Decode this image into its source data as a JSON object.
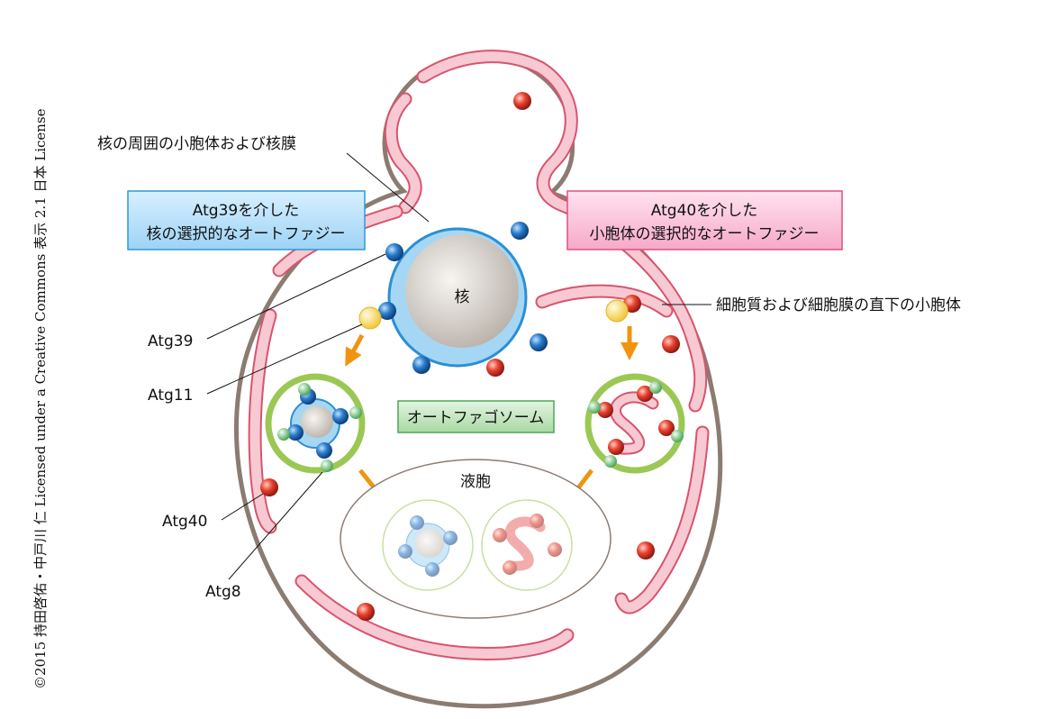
{
  "copyright": "©2015 持田啓佑・中戸川 仁 Licensed under a Creative Commons 表示 2.1 日本 License",
  "labels": {
    "perinuclear": "核の周囲の小胞体および核膜",
    "atg39_box_line1": "Atg39を介した",
    "atg39_box_line2": "核の選択的なオートファジー",
    "atg40_box_line1": "Atg40を介した",
    "atg40_box_line2": "小胞体の選択的なオートファジー",
    "cortical_er": "細胞質および細胞膜の直下の小胞体",
    "nucleus": "核",
    "autophagosome": "オートファゴソーム",
    "vacuole": "液胞",
    "atg39": "Atg39",
    "atg11": "Atg11",
    "atg40": "Atg40",
    "atg8": "Atg8"
  },
  "colors": {
    "atg39": "#1f6fc0",
    "atg40": "#e0332b",
    "atg11": "#f5d84a",
    "atg8": "#5cb36a",
    "er": "#d9536e",
    "cell": "#8c7b71",
    "arrow": "#f0940f"
  }
}
